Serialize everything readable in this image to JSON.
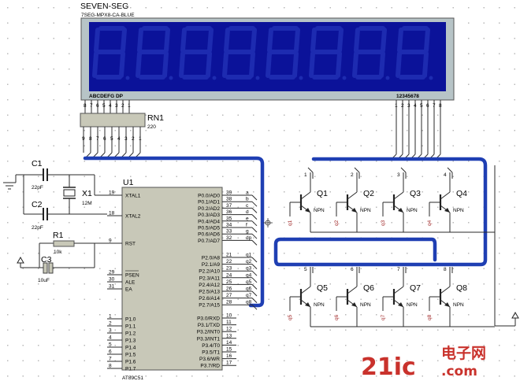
{
  "display": {
    "title": "SEVEN-SEG",
    "part": "7SEG-MPX8-CA-BLUE",
    "segment_labels": "ABCDEFG  DP",
    "digit_labels": "12345678",
    "pin_numbers": [
      "8",
      "7",
      "6",
      "5",
      "4",
      "3",
      "2",
      "1",
      "1",
      "2",
      "3",
      "4",
      "5",
      "6",
      "7",
      "8"
    ]
  },
  "resistor_network": {
    "ref": "RN1",
    "value": "220",
    "pin_numbers": [
      "9",
      "8",
      "7",
      "6",
      "5",
      "4",
      "3",
      "2",
      "1"
    ]
  },
  "capacitors": [
    {
      "ref": "C1",
      "value": "22pF"
    },
    {
      "ref": "C2",
      "value": "22pF"
    },
    {
      "ref": "C3",
      "value": "10uF"
    }
  ],
  "crystal": {
    "ref": "X1",
    "value": "12M"
  },
  "resistor": {
    "ref": "R1",
    "value": "10k"
  },
  "mcu": {
    "ref": "U1",
    "part": "AT89C51",
    "left_pins": [
      {
        "num": "19",
        "name": "XTAL1"
      },
      {
        "num": "18",
        "name": "XTAL2"
      },
      {
        "num": "9",
        "name": "RST"
      },
      {
        "num": "29",
        "name": "PSEN"
      },
      {
        "num": "30",
        "name": "ALE"
      },
      {
        "num": "31",
        "name": "EA"
      },
      {
        "num": "1",
        "name": "P1.0"
      },
      {
        "num": "2",
        "name": "P1.1"
      },
      {
        "num": "3",
        "name": "P1.2"
      },
      {
        "num": "4",
        "name": "P1.3"
      },
      {
        "num": "5",
        "name": "P1.4"
      },
      {
        "num": "6",
        "name": "P1.5"
      },
      {
        "num": "7",
        "name": "P1.6"
      },
      {
        "num": "8",
        "name": "P1.7"
      }
    ],
    "right_pins": [
      {
        "num": "39",
        "name": "P0.0/AD0",
        "net": "a"
      },
      {
        "num": "38",
        "name": "P0.1/AD1",
        "net": "b"
      },
      {
        "num": "37",
        "name": "P0.2/AD2",
        "net": "c"
      },
      {
        "num": "36",
        "name": "P0.3/AD3",
        "net": "d"
      },
      {
        "num": "35",
        "name": "P0.4/AD4",
        "net": "e"
      },
      {
        "num": "34",
        "name": "P0.5/AD5",
        "net": "f"
      },
      {
        "num": "33",
        "name": "P0.6/AD6",
        "net": "g"
      },
      {
        "num": "32",
        "name": "P0.7/AD7",
        "net": "dp"
      },
      {
        "num": "21",
        "name": "P2.0/A8",
        "net": "q1"
      },
      {
        "num": "22",
        "name": "P2.1/A9",
        "net": "q2"
      },
      {
        "num": "23",
        "name": "P2.2/A10",
        "net": "q3"
      },
      {
        "num": "24",
        "name": "P2.3/A11",
        "net": "q4"
      },
      {
        "num": "25",
        "name": "P2.4/A12",
        "net": "q5"
      },
      {
        "num": "26",
        "name": "P2.5/A13",
        "net": "q6"
      },
      {
        "num": "27",
        "name": "P2.6/A14",
        "net": "q7"
      },
      {
        "num": "28",
        "name": "P2.7/A15",
        "net": "q8"
      },
      {
        "num": "10",
        "name": "P3.0/RXD",
        "net": ""
      },
      {
        "num": "11",
        "name": "P3.1/TXD",
        "net": ""
      },
      {
        "num": "12",
        "name": "P3.2/INT0",
        "net": ""
      },
      {
        "num": "13",
        "name": "P3.3/INT1",
        "net": ""
      },
      {
        "num": "14",
        "name": "P3.4/T0",
        "net": ""
      },
      {
        "num": "15",
        "name": "P3.5/T1",
        "net": ""
      },
      {
        "num": "16",
        "name": "P3.6/WR",
        "net": ""
      },
      {
        "num": "17",
        "name": "P3.7/RD",
        "net": ""
      }
    ]
  },
  "transistors": [
    {
      "ref": "Q1",
      "type": "NPN"
    },
    {
      "ref": "Q2",
      "type": "NPN"
    },
    {
      "ref": "Q3",
      "type": "NPN"
    },
    {
      "ref": "Q4",
      "type": "NPN"
    },
    {
      "ref": "Q5",
      "type": "NPN"
    },
    {
      "ref": "Q6",
      "type": "NPN"
    },
    {
      "ref": "Q7",
      "type": "NPN"
    },
    {
      "ref": "Q8",
      "type": "NPN"
    }
  ],
  "transistor_pin_numbers": [
    "1",
    "2",
    "3",
    "4",
    "5",
    "6",
    "7",
    "8"
  ],
  "bus_nets_left": [
    "a",
    "b",
    "c",
    "d",
    "e",
    "f",
    "g",
    "dp"
  ],
  "bus_nets_right": [
    "q1",
    "q2",
    "q3",
    "q4",
    "q5",
    "q6",
    "q7",
    "q8"
  ],
  "watermark": {
    "brand": "21ic",
    "cn": "电子网",
    "domain": ".com"
  },
  "colors": {
    "display_bg": "#0b1299",
    "display_frame": "#b7c4c7",
    "mcu_body": "#c8c8b8",
    "bus": "#1f3fb3",
    "resistor_body": "#c8c8b8",
    "watermark": "#c9322c"
  }
}
